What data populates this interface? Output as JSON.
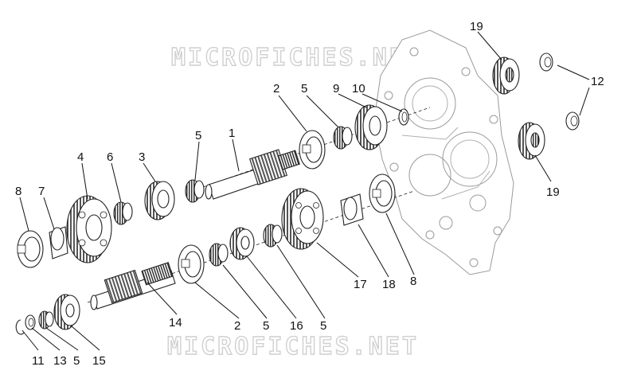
{
  "watermarks": [
    "MICROFICHES.NET",
    "MICROFICHES.NET"
  ],
  "callouts": [
    "19",
    "12",
    "19",
    "2",
    "5",
    "9",
    "10",
    "1",
    "5",
    "4",
    "6",
    "3",
    "8",
    "7",
    "17",
    "18",
    "8",
    "14",
    "2",
    "5",
    "16",
    "5",
    "11",
    "13",
    "5",
    "15"
  ]
}
